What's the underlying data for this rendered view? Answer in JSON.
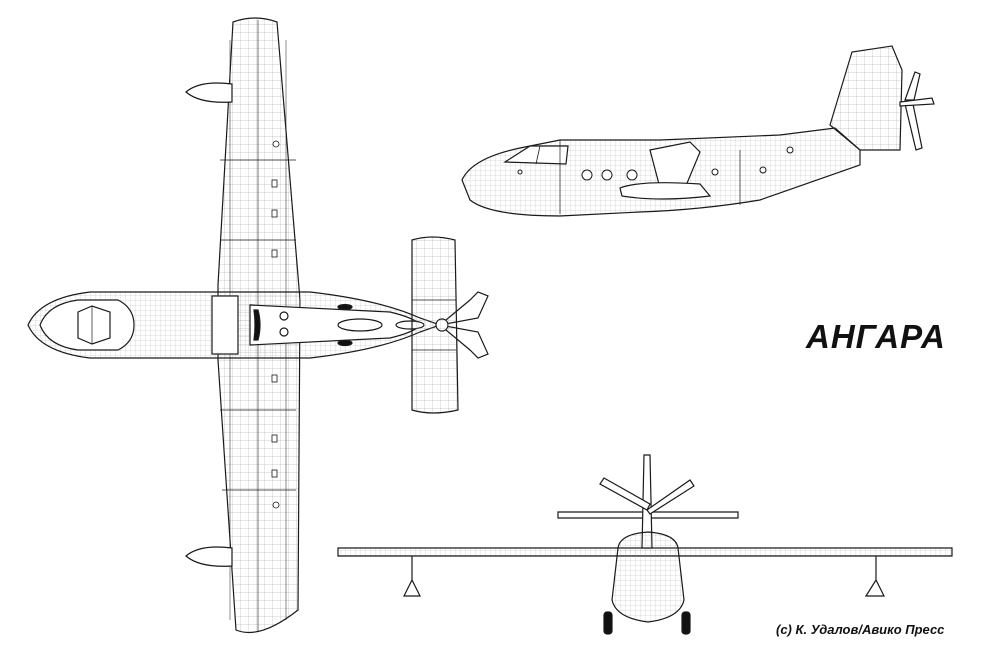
{
  "title": "АНГАРА",
  "credit": "(с) К. Удалов/Авико Пресс",
  "views": {
    "top": "top-view",
    "side": "side-view",
    "front": "front-view"
  },
  "colors": {
    "line": "#1a1a1a",
    "background": "#ffffff"
  }
}
